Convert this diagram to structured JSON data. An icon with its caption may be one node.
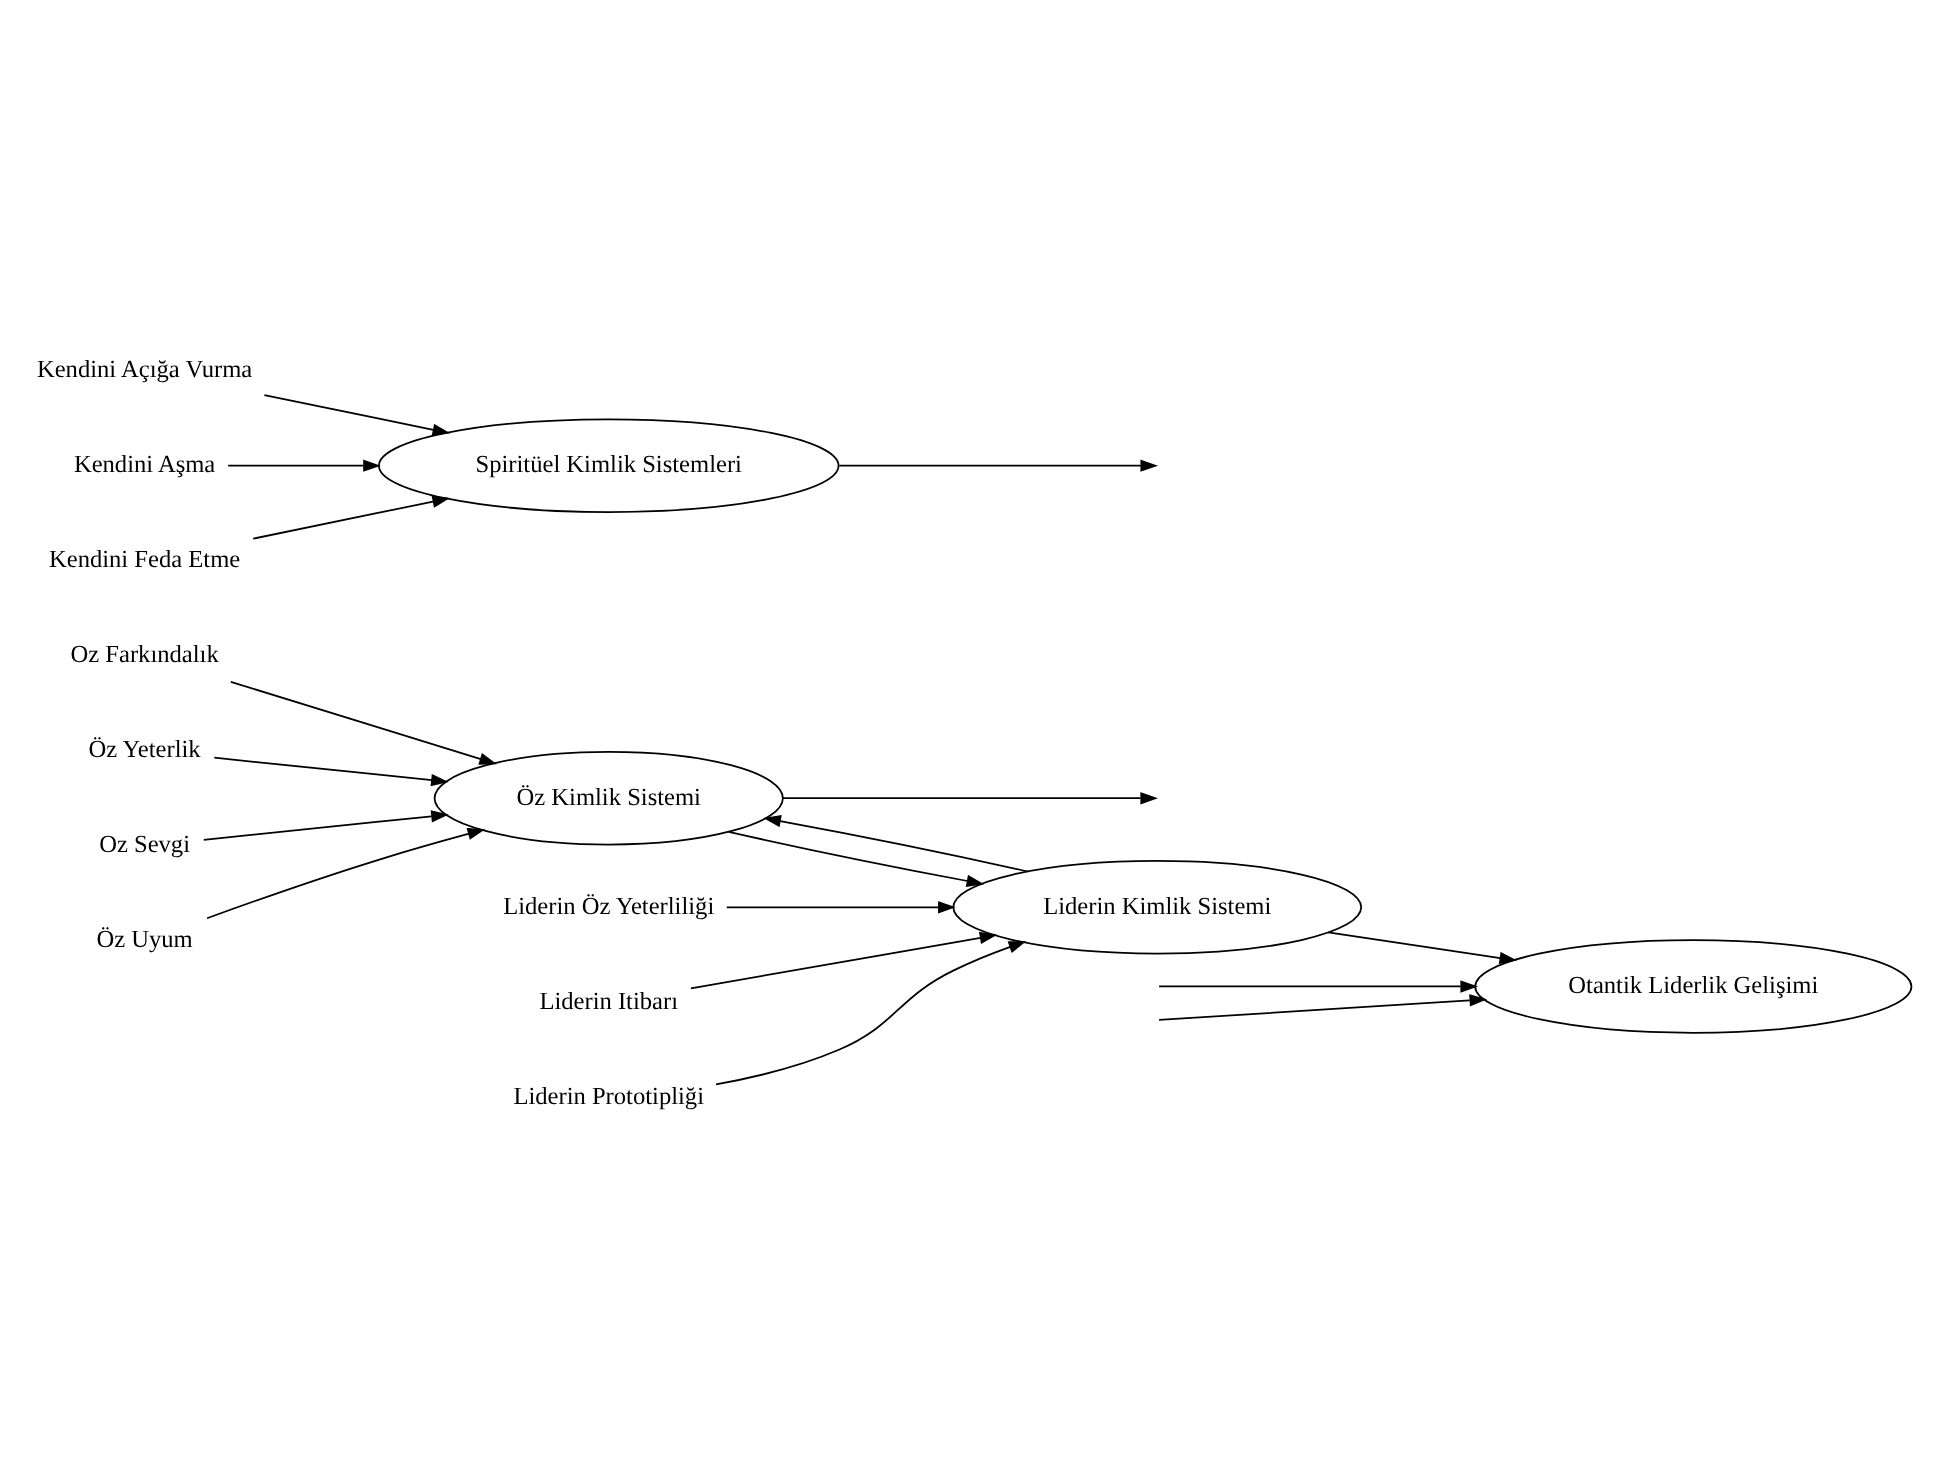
{
  "diagram": {
    "nodes": [
      {
        "text": [
          "Oz Farkındalık"
        ]
      },
      {
        "text": [
          "Öz Yeterlik"
        ]
      },
      {
        "text": [
          "Oz Sevgi"
        ]
      },
      {
        "text": [
          "Öz Uyum"
        ]
      },
      {
        "text": [
          "Öz Kimlik Sistemi"
        ]
      },
      {
        "text": [
          "Liderin Öz Yeterliliği"
        ]
      },
      {
        "text": [
          "Liderin Itibarı"
        ]
      },
      {
        "text": [
          "Liderin Prototipliği"
        ]
      },
      {
        "text": [
          "Liderin Kimlik Sistemi"
        ]
      },
      {
        "text": [
          "Otantik Liderlik Gelişimi"
        ]
      },
      {
        "text": [
          "Kendini Açığa Vurma"
        ]
      },
      {
        "text": [
          "Kendini Aşma"
        ]
      },
      {
        "text": [
          "Kendini Feda Etme"
        ]
      },
      {
        "text": [
          "Spiritüel Kimlik Sistemleri"
        ]
      }
    ],
    "edges": [
      {
        "from": 0,
        "to": 4,
        "arrow": "to"
      },
      {
        "from": 1,
        "to": 4,
        "arrow": "to"
      },
      {
        "from": 2,
        "to": 4,
        "arrow": "to"
      },
      {
        "from": 3,
        "to": 4,
        "arrow": "to"
      },
      {
        "from": 4,
        "to": null,
        "arrow": "to"
      },
      {
        "from": null,
        "to": 9,
        "arrow": "to"
      },
      {
        "from": 8,
        "to": 4,
        "arrow": "to"
      },
      {
        "from": 4,
        "to": 8,
        "arrow": "to"
      },
      {
        "from": 5,
        "to": 8,
        "arrow": "to"
      },
      {
        "from": 6,
        "to": 8,
        "arrow": "to"
      },
      {
        "from": 7,
        "to": 8,
        "arrow": "to"
      },
      {
        "from": 8,
        "to": 9,
        "arrow": "to"
      },
      {
        "from": 10,
        "to": 13,
        "arrow": "to"
      },
      {
        "from": 11,
        "to": 13,
        "arrow": "to"
      },
      {
        "from": 12,
        "to": 13,
        "arrow": "to"
      },
      {
        "from": 13,
        "to": null,
        "arrow": "to"
      },
      {
        "from": null,
        "to": 9,
        "arrow": "to"
      }
    ]
  }
}
